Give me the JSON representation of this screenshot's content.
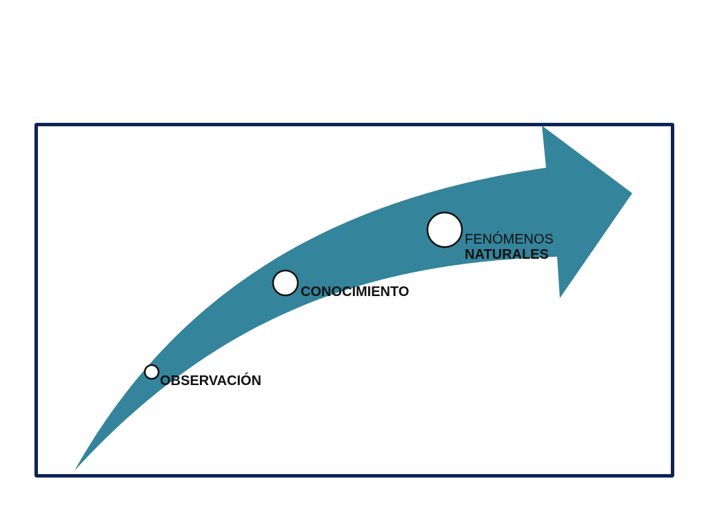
{
  "colors": {
    "frame_border": "#0e2458",
    "arrow_fill": "#34849b",
    "marker_fill": "#ffffff",
    "marker_stroke": "#111111",
    "label_text": "#111111"
  },
  "steps": [
    {
      "label": "OBSERVACIÓN"
    },
    {
      "label": "CONOCIMIENTO"
    },
    {
      "label_line1": "FENÓMENOS",
      "label_line2": "NATURALES"
    }
  ]
}
